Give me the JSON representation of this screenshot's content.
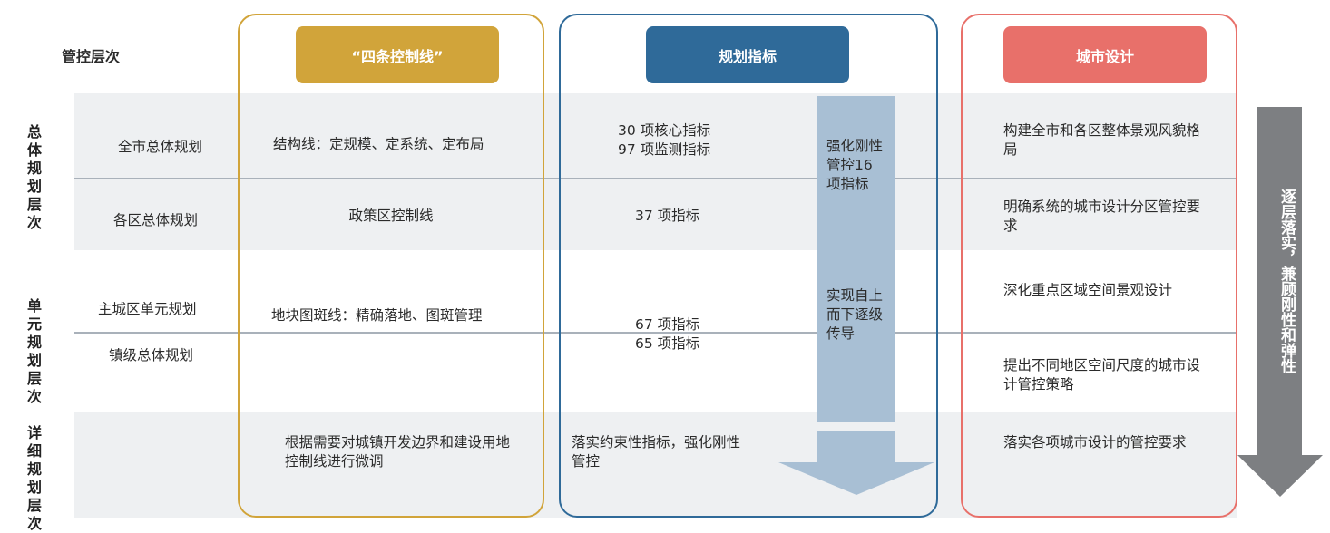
{
  "header": {
    "corner_label": "管控层次",
    "col1_title": "“四条控制线”",
    "col2_title": "规划指标",
    "col3_title": "城市设计"
  },
  "levels": {
    "overall": "总体规划层次",
    "unit": "单元规划层次",
    "detail": "详细规划层次"
  },
  "plans": {
    "city_overall": "全市总体规划",
    "district_overall": "各区总体规划",
    "unit_main": "主城区单元规划",
    "town_overall": "镇级总体规划"
  },
  "control_lines": {
    "row1": "结构线：定规模、定系统、定布局",
    "row2": "政策区控制线",
    "row3": "地块图斑线：精确落地、图斑管理",
    "row4": "根据需要对城镇开发边界和建设用地控制线进行微调"
  },
  "indicators": {
    "row1_a": "30 项核心指标",
    "row1_b": "97 项监测指标",
    "row2": "37 项指标",
    "row3_a": "67 项指标",
    "row3_b": "65 项指标",
    "row4": "落实约束性指标，强化刚性管控",
    "arrow_text1": "强化刚性管控16 项指标",
    "arrow_text2": "实现自上而下逐级传导"
  },
  "urban_design": {
    "row1": "构建全市和各区整体景观风貌格局",
    "row2": "明确系统的城市设计分区管控要求",
    "row3": "深化重点区域空间景观设计",
    "row4": "提出不同地区空间尺度的城市设计管控策略",
    "row5": "落实各项城市设计的管控要求"
  },
  "side_arrow": {
    "text": "逐层落实，兼顾刚性和弹性"
  },
  "colors": {
    "gold": "#d1a43a",
    "blue": "#2f6a99",
    "coral": "#e8706a",
    "band": "#eef0f2",
    "arrow_blue": "#a8bfd4",
    "arrow_gray": "#7d7f82"
  }
}
